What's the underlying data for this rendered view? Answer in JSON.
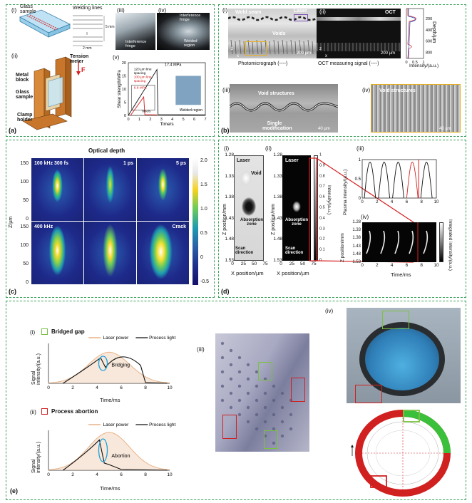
{
  "panels": {
    "a": {
      "label": "(a)",
      "sub_i": "(i)",
      "sub_ii": "(ii)",
      "sub_iii": "(iii)",
      "sub_iv": "(iv)",
      "sub_v": "(v)",
      "glass_sample": "Glass sample",
      "welding_lines": "Welding lines",
      "dim_2mm": "2 mm",
      "dim_5mm": "5 mm",
      "interference_fringe_1": "Interference fringe",
      "interference_fringe_2": "Interference fringe",
      "welded_region_1": "Welded region",
      "tension_meter": "Tension meter",
      "force_f": "F",
      "metal_block": "Metal block",
      "glass_sample_2": "Glass sample",
      "clamp_holder": "Clamp holder",
      "ylabel": "Shear strength/MPa",
      "xlabel": "Time/s",
      "peak_label": "17.4 MPa",
      "legend": [
        "120 µm line",
        "spacing",
        "100 µm line",
        "spacing"
      ],
      "inset_value": "6.8 MPa",
      "inset_xlabel": "Time/s",
      "welded_region_2": "Welded region",
      "xticks": [
        "0",
        "1",
        "2",
        "3",
        "4",
        "5",
        "6",
        "7"
      ],
      "yticks": [
        "0",
        "5",
        "10",
        "15",
        "20"
      ]
    },
    "b": {
      "label": "(b)",
      "sub_i": "(i)",
      "sub_ii": "(ii)",
      "sub_iii": "(iii)",
      "sub_iv": "(iv)",
      "weld_seam": "Weld seam",
      "laser": "Laser",
      "voids": "Voids",
      "oct": "OCT",
      "scale_200_1": "200 µm",
      "scale_200_2": "200 µm",
      "photomicrograph": "Photomicrograph (----)",
      "oct_signal": "OCT measuring signal (----)",
      "axis_z": "z",
      "axis_x": "x",
      "depth_label": "Depth/µm",
      "depth_ticks": [
        "200",
        "400",
        "600",
        "800"
      ],
      "intensity_label": "Intensity/(a.u.)",
      "intensity_ticks": [
        "0",
        "0.5",
        "1"
      ],
      "void_structures_1": "Void structures",
      "single_modification": "Single modification",
      "scale_40_1": "40 µm",
      "void_structures_2": "Void structures",
      "scale_40_2": "40 µm"
    },
    "c": {
      "label": "(c)",
      "title": "Optical depth",
      "cell_labels": [
        "100 kHz 300 fs",
        "1 ps",
        "5 ps",
        "400 kHz",
        "",
        "Crack"
      ],
      "ylabel": "Z/µm",
      "yticks": [
        "150",
        "100",
        "50",
        "0",
        "150",
        "100",
        "50",
        "0"
      ],
      "colorbar_ticks": [
        "2.0",
        "1.5",
        "1.0",
        "0.5",
        "0",
        "-0.5"
      ]
    },
    "d": {
      "label": "(d)",
      "sub_i": "(i)",
      "sub_ii": "(ii)",
      "sub_iii": "(iii)",
      "sub_iv": "(iv)",
      "laser_1": "Laser",
      "void": "Void",
      "absorption_zone_1": "Absorption zone",
      "scan_direction_1": "Scan direction",
      "laser_2": "Laser",
      "absorption_zone_2": "Absorption zone",
      "scan_direction_2": "Scan direction",
      "z_label_1": "Z position/mm",
      "z_label_2": "Z position/mm",
      "x_label_1": "X position/µm",
      "x_label_2": "X position/µm",
      "zticks": [
        "1.28",
        "1.33",
        "1.38",
        "1.43",
        "1.48",
        "1.53"
      ],
      "xticks": [
        "0",
        "25",
        "50",
        "75"
      ],
      "intensity_label": "Intensity/(a.u.)",
      "intensity_ticks": [
        "0",
        "0.1",
        "0.2",
        "0.3",
        "0.4",
        "0.5",
        "0.6",
        "0.7",
        "0.8",
        "0.9",
        "1"
      ],
      "plasma_label": "Plasma intensity/(a.u.)",
      "plasma_ticks": [
        "0",
        "0.5",
        "1"
      ],
      "time_ticks": [
        "0",
        "2",
        "4",
        "6",
        "8",
        "10"
      ],
      "z_label_3": "Z position/mm",
      "zticks_iv": [
        "1.28",
        "1.33",
        "1.38",
        "1.43",
        "1.48",
        "1.53"
      ],
      "time_label": "Time/ms",
      "integrated_label": "Integrated intensity/(a.u.)"
    },
    "e": {
      "label": "(e)",
      "sub_i": "(i)",
      "sub_ii": "(ii)",
      "sub_iii": "(iii)",
      "sub_iv": "(iv)",
      "bridged_gap": "Bridged gap",
      "process_abortion": "Process abortion",
      "laser_power_1": "Laser power",
      "process_light_1": "Process light",
      "laser_power_2": "Laser power",
      "process_light_2": "Process light",
      "bridging": "Bridging",
      "abortion": "Abortion",
      "ylabel": "Signal intensity/(a.u.)",
      "xlabel": "Time/ms",
      "xticks": [
        "0",
        "2",
        "4",
        "6",
        "8",
        "10"
      ]
    }
  },
  "colors": {
    "panel_border": "#3aa25a",
    "green_box": "#7ac143",
    "red_box": "#d12020",
    "cyan": "#1aa0d8",
    "laser_power": "#e8b48a"
  }
}
